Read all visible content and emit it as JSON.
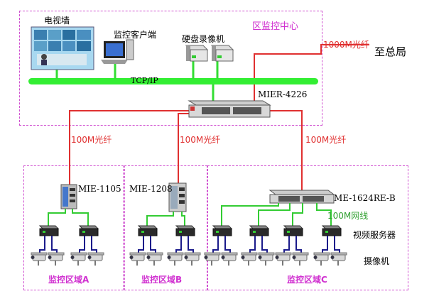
{
  "center": {
    "title": "区监控中心",
    "video_wall": "电视墙",
    "client": "监控客户端",
    "dvr": "硬盘录像机",
    "bus": "TCP/IP",
    "core_switch": "MIER-4226",
    "uplink": "1000M光纤",
    "uplink_dest": "至总局"
  },
  "links": {
    "fiber_a": "100M光纤",
    "fiber_b": "100M光纤",
    "fiber_c": "100M光纤",
    "net_c": "100M网线"
  },
  "zones": {
    "a": {
      "label": "监控区域A",
      "switch": "MIE-1105"
    },
    "b": {
      "label": "监控区域B",
      "switch": "MIE-1208"
    },
    "c": {
      "label": "监控区域C",
      "switch": "ME-1624RE-B"
    }
  },
  "legend": {
    "server": "视频服务器",
    "camera": "摄像机"
  },
  "colors": {
    "fiber": "#e03030",
    "ethernet": "#33cc33",
    "coax": "#1a1a8a",
    "zone_border": "#d050d0"
  }
}
